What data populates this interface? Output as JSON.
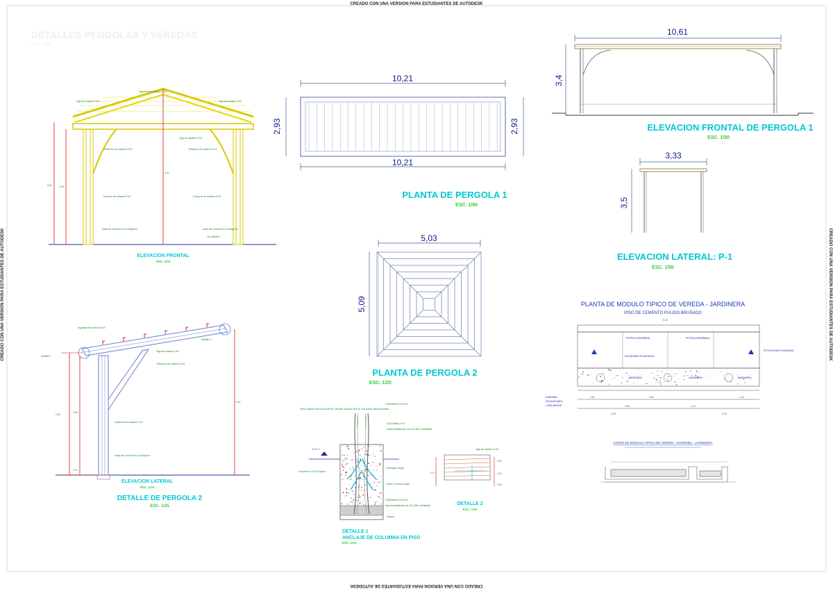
{
  "watermark": "CREADO CON UNA VERSION PARA ESTUDIANTES DE AUTODESK",
  "sheet": {
    "faint_title": "DETALLES PERGOLAS Y VEREDAS",
    "faint_scale": "esc. 1/50"
  },
  "plan1": {
    "dim_top": "10,21",
    "dim_bottom": "10,21",
    "dim_left": "2,93",
    "dim_right": "2,93",
    "title": "PLANTA DE PERGOLA 1",
    "scale": "ESC. 1/50"
  },
  "front1": {
    "dim_top": "10,61",
    "dim_height": "3,4",
    "title": "ELEVACION FRONTAL DE PERGOLA 1",
    "scale": "ESC. 1/50"
  },
  "side1": {
    "dim_top": "3,33",
    "dim_height": "3,5",
    "title": "ELEVACION LATERAL: P-1",
    "scale": "ESC. 1/50"
  },
  "plan2": {
    "dim_top": "5,03",
    "dim_left": "5,09",
    "title": "PLANTA DE PERGOLA 2",
    "scale": "ESC. 1/25"
  },
  "elev_front": {
    "title": "ELEVACION FRONTAL",
    "scale": "ESC. 1/25",
    "labels": [
      "Viguetas de madera 2\"x4\"",
      "Viga de madera 2\"x6\"",
      "Viga de madera 2\"x6\"",
      "Viga de madera 4\"x4\"",
      "Refuerzo de madera 3\"x4\"",
      "Refuerzo de madera 3\"x4\"",
      "Columna de madera 4\"x4\"",
      "Columna de madera 4\"x4\"",
      "Dado de concreto f'c=210kg/Cm²",
      "Dado de concreto f'c=210kg/Cm²",
      "Ver detalle 1"
    ]
  },
  "detail_p2": {
    "elev_title": "ELEVACION LATERAL",
    "elev_scale": "ESC. 1/25",
    "title": "DETALLE DE PERGOLA 2",
    "scale": "ESC. 1/25",
    "labels": [
      "Viguetas de madera 2\"x4\"",
      "Viga de madera 2\"x6\"",
      "Refuerzo de madera 3\"x4\"",
      "Columna de madera 4\"x4\"",
      "Dado de concreto f'c=210kg/Cm²",
      "Detalle 2",
      "Detalle 3"
    ]
  },
  "detail1": {
    "title1": "DETALLE 1",
    "title2": "ANCLAJE DE COLUMNA EN PISO",
    "scale": "ESC. 1/10",
    "ndt": "N. D. T",
    "labels": [
      "Perno cabeza de cocha 3/8\"x8\" c/arrollo roscado 3/8\"x4\" con doble tuerca soldada",
      "CARTABON 3\"x4\"x3\"",
      "COLUMNA 4\"x4\"",
      "Impermeabilizado con SC-250 o Asfaltado",
      "Concreto f'c=210 Kg/cm2",
      "Hormigón negro",
      "Clavo 4\" para anclaje",
      "CARTABON 3\"x4\"x3\"",
      "Impermeabilizado con SC-250 o Asfaltado",
      "Solado"
    ]
  },
  "detail2": {
    "title": "DETALLE 2",
    "scale": "ESC. 1/10",
    "labels": [
      "Viga de madera 2\"x6\""
    ]
  },
  "vereda": {
    "title": "PLANTA DE MODULO TIPICO DE VEREDA - JARDINERA",
    "subtitle": "PISO DE CEMENTO PULIDO BRUÑADO",
    "labels": [
      "JARDINERA",
      "JARDINERA",
      "JARDINERA",
      "PETROLA BRUÑADA",
      "PETROLA BRUÑADA",
      "ADOQUINES PLANTADAS",
      "POTOS PARA PLANTADAS"
    ],
    "section_title": "CORTE DE MODULO TIPICO DE VEREDA - SARDINEL - JARDINERA"
  }
}
